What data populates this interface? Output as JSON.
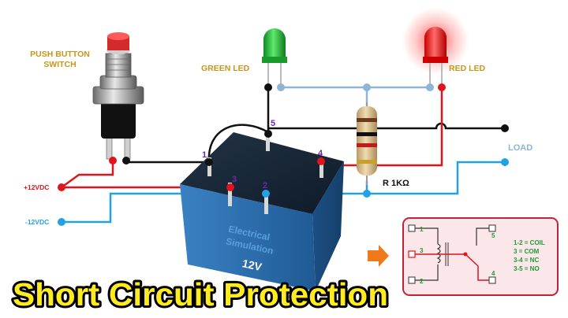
{
  "labels": {
    "push_button": [
      "PUSH BUTTON",
      "SWITCH"
    ],
    "green_led": "GREEN LED",
    "red_led": "RED LED",
    "resistor": "R 1KΩ",
    "load": "LOAD",
    "pos_supply": "+12VDC",
    "neg_supply": "-12VDC"
  },
  "relay": {
    "line1": "Electrical",
    "line2": "Simulation",
    "voltage": "12V",
    "pins": [
      "1",
      "2",
      "3",
      "4",
      "5"
    ]
  },
  "legend": {
    "pins": [
      "1",
      "2",
      "3",
      "4",
      "5"
    ],
    "items": [
      "1-2 = COIL",
      "3 = COM",
      "3-4 = NC",
      "3-5 = NO"
    ]
  },
  "title": "Short Circuit Protection",
  "colors": {
    "wire_black": "#111111",
    "wire_red": "#e0141c",
    "wire_blue": "#22a2e6",
    "wire_lightblue": "#8fb5d4",
    "label_gold": "#c9951a",
    "relay_blue": "#2f6fa8",
    "title_yellow": "#ffec1f",
    "green_led": "#1fc23a",
    "red_led": "#ff1a1a"
  }
}
